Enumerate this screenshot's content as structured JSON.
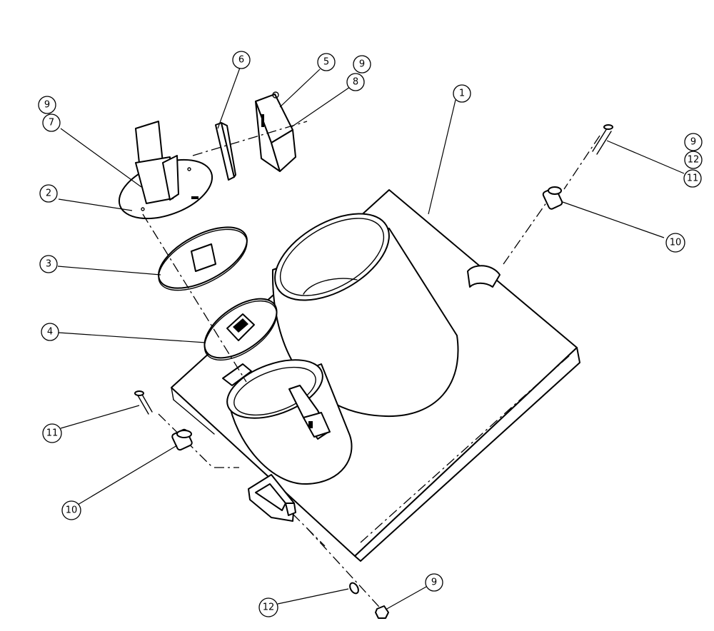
{
  "callouts": [
    {
      "id": "c1",
      "label": "1"
    },
    {
      "id": "c2",
      "label": "2"
    },
    {
      "id": "c3",
      "label": "3"
    },
    {
      "id": "c4",
      "label": "4"
    },
    {
      "id": "c5",
      "label": "5"
    },
    {
      "id": "c6",
      "label": "6"
    },
    {
      "id": "c7",
      "label": "7"
    },
    {
      "id": "c8",
      "label": "8"
    },
    {
      "id": "c9a",
      "label": "9"
    },
    {
      "id": "c9b",
      "label": "9"
    },
    {
      "id": "c9c",
      "label": "9"
    },
    {
      "id": "c9d",
      "label": "9"
    },
    {
      "id": "c10a",
      "label": "10"
    },
    {
      "id": "c10b",
      "label": "10"
    },
    {
      "id": "c11a",
      "label": "11"
    },
    {
      "id": "c11b",
      "label": "11"
    },
    {
      "id": "c12a",
      "label": "12"
    },
    {
      "id": "c12b",
      "label": "12"
    }
  ],
  "colors": {
    "ink": "#000000",
    "paper": "#ffffff"
  }
}
